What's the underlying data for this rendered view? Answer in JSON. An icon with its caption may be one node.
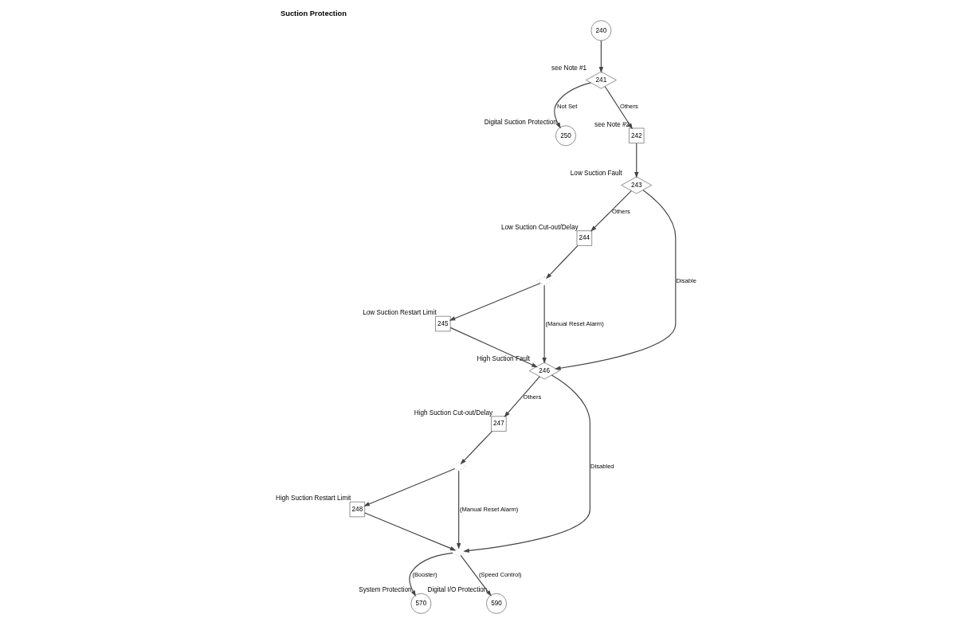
{
  "diagram": {
    "title": "Suction Protection",
    "nodes": [
      {
        "text": [
          "240"
        ]
      },
      {
        "text": [
          "241"
        ],
        "beside": [
          "see Note #1"
        ]
      },
      {
        "text": [
          "250"
        ],
        "beside": [
          "Digital Suction Protection"
        ]
      },
      {
        "text": [
          "242"
        ],
        "beside": [
          "see Note #2"
        ]
      },
      {
        "text": [
          "243"
        ],
        "beside": [
          "Low Suction Fault"
        ]
      },
      {
        "text": [
          "244"
        ],
        "beside": [
          "Low Suction Cut-out/Delay"
        ]
      },
      {
        "text": [],
        "shape": "diamond"
      },
      {
        "text": [
          "245"
        ],
        "beside": [
          "Low Suction Restart Limit"
        ]
      },
      {
        "text": [
          "246"
        ],
        "beside": [
          "High Suction Fault"
        ]
      },
      {
        "text": [
          "247"
        ],
        "beside": [
          "High Suction Cut-out/Delay"
        ]
      },
      {
        "text": [],
        "shape": "diamond"
      },
      {
        "text": [
          "248"
        ],
        "beside": [
          "High Suction Restart Limit"
        ]
      },
      {
        "text": [],
        "shape": "diamond"
      },
      {
        "text": [
          "570"
        ],
        "beside": [
          "System Protection"
        ]
      },
      {
        "text": [
          "590"
        ],
        "beside": [
          "Digital I/O Protection"
        ]
      }
    ],
    "edges": [
      {
        "from": 0,
        "to": 1,
        "arrow": "to"
      },
      {
        "from": 1,
        "to": 2,
        "arrow": "to",
        "label": "Not Set"
      },
      {
        "from": 1,
        "to": 3,
        "arrow": "to",
        "label": "Others"
      },
      {
        "from": 3,
        "to": 4,
        "arrow": "to"
      },
      {
        "from": 4,
        "to": 5,
        "arrow": "to",
        "label": "Others"
      },
      {
        "from": 5,
        "to": 6,
        "arrow": "to"
      },
      {
        "from": 6,
        "to": 7,
        "arrow": "to"
      },
      {
        "from": 7,
        "to": 8,
        "arrow": "to"
      },
      {
        "from": 4,
        "to": 8,
        "arrow": "to",
        "label": "Disable"
      },
      {
        "from": 6,
        "to": 8,
        "arrow": "to",
        "label": "(Manual Reset Alarm)"
      },
      {
        "from": 8,
        "to": 9,
        "arrow": "to",
        "label": "Others"
      },
      {
        "from": 9,
        "to": 10,
        "arrow": "to"
      },
      {
        "from": 10,
        "to": 11,
        "arrow": "to"
      },
      {
        "from": 8,
        "to": 12,
        "arrow": "to",
        "label": "Disabled"
      },
      {
        "from": 10,
        "to": 12,
        "arrow": "to",
        "label": "(Manual Reset Alarm)"
      },
      {
        "from": 11,
        "to": 12,
        "arrow": "to"
      },
      {
        "from": 12,
        "to": 13,
        "arrow": "to",
        "label": "(Booster)"
      },
      {
        "from": 12,
        "to": 14,
        "arrow": "to",
        "label": "(Speed Control)"
      }
    ]
  }
}
